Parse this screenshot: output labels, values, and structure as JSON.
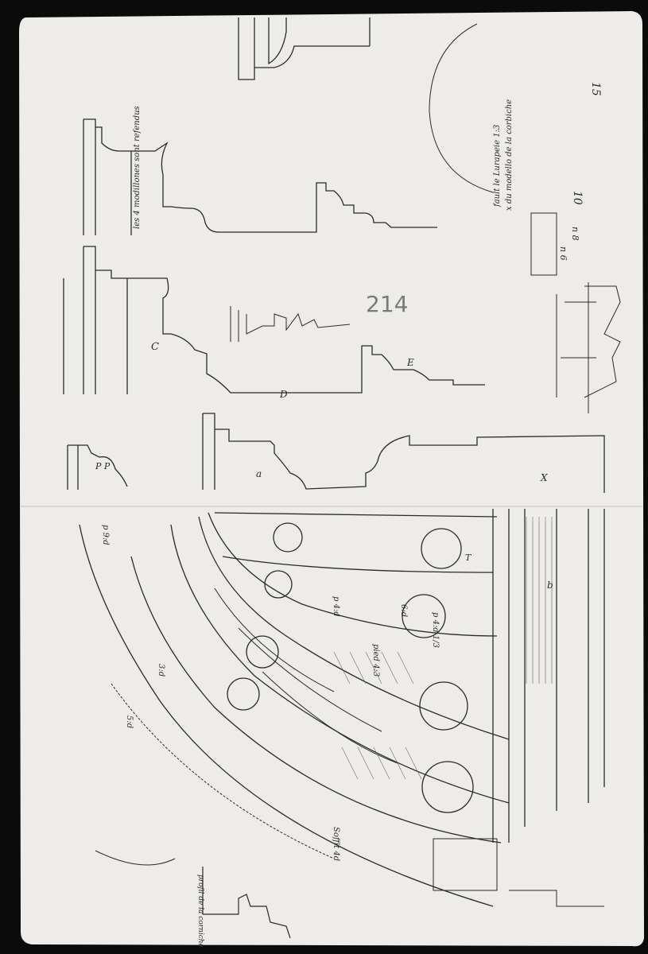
{
  "sheet": {
    "page_number": "15",
    "catalog_number": "214",
    "colors": {
      "paper": "#eeece8",
      "ink": "#2a2a2a",
      "background": "#0b0b0b",
      "pencil": "#7a7a7a"
    }
  },
  "annotations": {
    "note_modillions": "les 4 modillones sont refendus",
    "note_scale_1": "fault le Lurapeie 1:3",
    "note_scale_2": "x du modello de la corbiche",
    "note_5d": "5:d",
    "measure_p9d": "p 9:d",
    "measure_p4d": "p 4:d",
    "measure_6d": "6:d",
    "measure_p4d_b": "p 4:d 1/3",
    "measure_10": "10",
    "measure_n8": "n 8",
    "measure_n6": "n 6",
    "measure_pied": "pied 4:3",
    "measure_3d": "3:d",
    "note_soffit": "Soffit 4d",
    "note_profil": "profil de la corniche",
    "label_a": "a",
    "label_b": "b",
    "label_c": "C",
    "label_d": "D",
    "label_e": "E",
    "label_x": "X",
    "label_pp": "P P",
    "label_t": "T"
  }
}
